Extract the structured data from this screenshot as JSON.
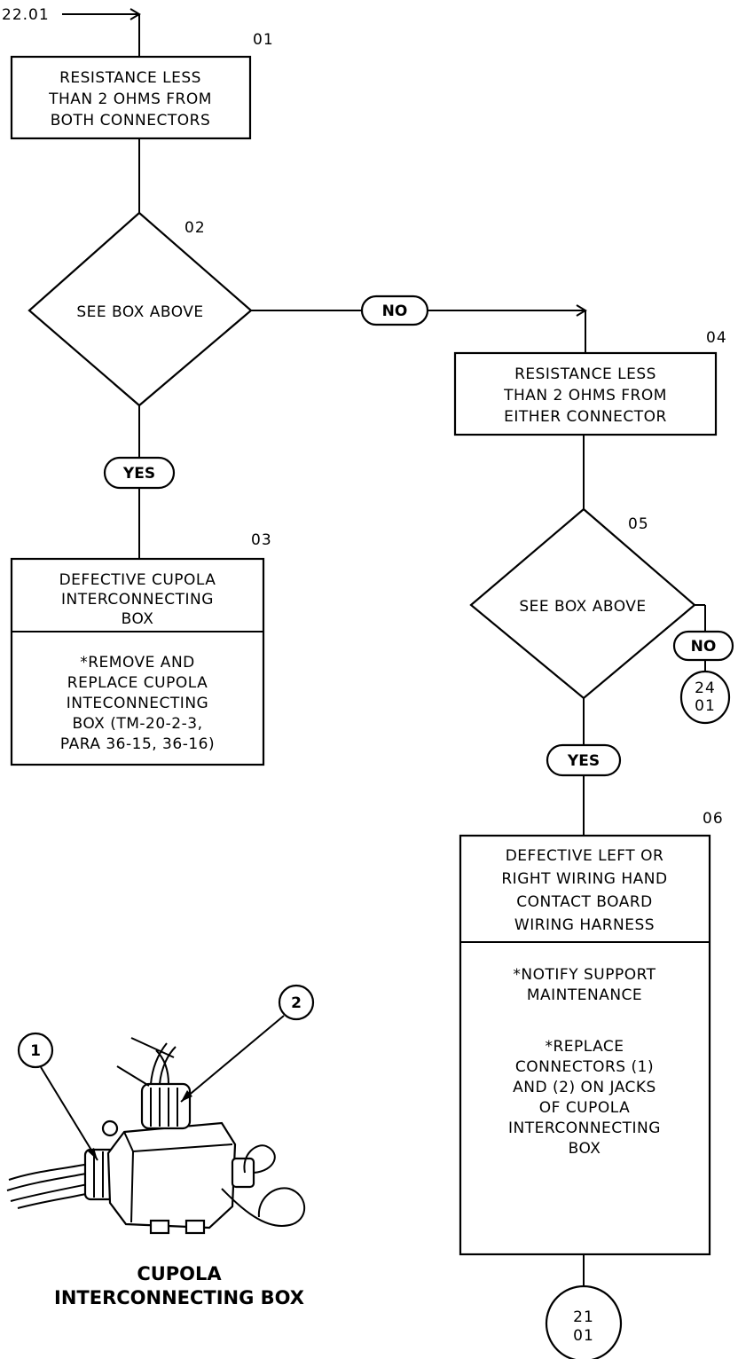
{
  "entry_ref": "22.01",
  "steps": {
    "s01": {
      "number": "01",
      "text": [
        "RESISTANCE LESS",
        "THAN 2 OHMS FROM",
        "BOTH CONNECTORS"
      ]
    },
    "s02": {
      "number": "02",
      "text": "SEE BOX ABOVE"
    },
    "s03": {
      "number": "03",
      "title": [
        "DEFECTIVE CUPOLA",
        "INTERCONNECTING",
        "BOX"
      ],
      "action": [
        "*REMOVE AND",
        "REPLACE CUPOLA",
        "INTECONNECTING",
        "BOX (TM-20-2-3,",
        "PARA 36-15, 36-16)"
      ]
    },
    "s04": {
      "number": "04",
      "text": [
        "RESISTANCE LESS",
        "THAN 2 OHMS FROM",
        "EITHER CONNECTOR"
      ]
    },
    "s05": {
      "number": "05",
      "text": "SEE BOX ABOVE"
    },
    "s06": {
      "number": "06",
      "title": [
        "DEFECTIVE LEFT OR",
        "RIGHT WIRING HAND",
        "CONTACT BOARD",
        "WIRING HARNESS"
      ],
      "action_1": [
        "*NOTIFY SUPPORT",
        "MAINTENANCE"
      ],
      "action_2": [
        "*REPLACE",
        "CONNECTORS (1)",
        "AND (2) ON JACKS",
        "OF CUPOLA",
        "INTERCONNECTING",
        "BOX"
      ]
    }
  },
  "branches": {
    "no_label": "NO",
    "yes_label": "YES"
  },
  "connectors": {
    "to_24": [
      "24",
      "01"
    ],
    "to_21": [
      "21",
      "01"
    ]
  },
  "illustration": {
    "callout_1": "1",
    "callout_2": "2",
    "caption": [
      "CUPOLA",
      "INTERCONNECTING BOX"
    ]
  }
}
